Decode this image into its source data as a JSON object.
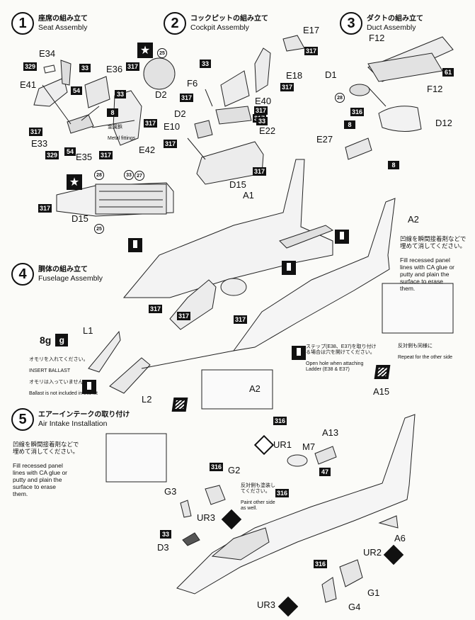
{
  "steps": [
    {
      "num": "1",
      "jp": "座席の組み立て",
      "en": "Seat Assembly"
    },
    {
      "num": "2",
      "jp": "コックピットの組み立て",
      "en": "Cockpit Assembly"
    },
    {
      "num": "3",
      "jp": "ダクトの組み立て",
      "en": "Duct Assembly"
    },
    {
      "num": "4",
      "jp": "胴体の組み立て",
      "en": "Fuselage Assembly"
    },
    {
      "num": "5",
      "jp": "エアーインテークの取り付け",
      "en": "Air Intake Installation"
    }
  ],
  "parts": {
    "e34": "E34",
    "e41": "E41",
    "e36": "E36",
    "e33": "E33",
    "e35": "E35",
    "e42": "E42",
    "d2a": "D2",
    "f6": "F6",
    "e17": "E17",
    "e18": "E18",
    "e40": "E40",
    "d2b": "D2",
    "e10": "E10",
    "e22": "E22",
    "d15a": "D15",
    "d15b": "D15",
    "a1": "A1",
    "f12a": "F12",
    "d1": "D1",
    "f12b": "F12",
    "d12": "D12",
    "e27": "E27",
    "a2a": "A2",
    "a2b": "A2",
    "l1": "L1",
    "l2": "L2",
    "a15": "A15",
    "ur1": "UR1",
    "m7": "M7",
    "a13": "A13",
    "g2": "G2",
    "g3": "G3",
    "ur3a": "UR3",
    "d3": "D3",
    "a6": "A6",
    "ur2": "UR2",
    "g1": "G1",
    "g4": "G4",
    "ur3b": "UR3"
  },
  "colors": {
    "c329a": "329",
    "c33a": "33",
    "c317a": "317",
    "c8a": "8",
    "c54a": "54",
    "c317b": "317",
    "c329b": "329",
    "c54b": "54",
    "c317c": "317",
    "c33b": "33",
    "c317d": "317",
    "c317e": "317",
    "c33c": "33",
    "c317f": "317",
    "c317g": "317",
    "c317h": "317",
    "c317i": "317",
    "c317j": "317",
    "c33d": "33",
    "c317k": "317",
    "c317l": "317",
    "c61": "61",
    "c316a": "316",
    "c8b": "8",
    "c8c": "8",
    "c317m": "317",
    "c317n": "317",
    "c317o": "317",
    "c316b": "316",
    "c316c": "316",
    "c316d": "316",
    "c33e": "33",
    "c316e": "316",
    "c47": "47"
  },
  "numbered_circles": {
    "n25a": "25",
    "n28a": "28",
    "n33f": "33",
    "n27": "27",
    "n25b": "25",
    "n28b": "28"
  },
  "notes": {
    "metal_fittings_jp": "金属鋲",
    "metal_fittings_en": "Metal fittings",
    "ballast_weight": "8g",
    "ballast_jp": "オモリを入れてください。",
    "ballast_en": "INSERT BALLAST",
    "ballast_jp2": "オモリは入っていません。",
    "ballast_en2": "Ballast is not included in this kit",
    "fill_jp": "凹線を瞬間接着剤などで\n埋めて消してください。",
    "fill_en": "Fill recessed panel\nlines with CA glue or\nputty and plain the\nsurface to erase\nthem.",
    "fill_jp2": "凹線を瞬間接着剤などで\n埋めて消してください。",
    "fill_en2": "Fill recessed panel\nlines with CA glue or\nputty and plain the\nsurface to erase\nthem.",
    "repeat_jp": "反対側も同様に",
    "repeat_en": "Repeat for the other side",
    "step_jp": "ステップ(E38、E37)を取り付け\nる場合は穴を開けてください。",
    "step_en": "Open hole when attaching\nLadder (E38 & E37)",
    "paint_jp": "反対側も塗装し\nてください。",
    "paint_en": "Paint other side\nas well."
  }
}
